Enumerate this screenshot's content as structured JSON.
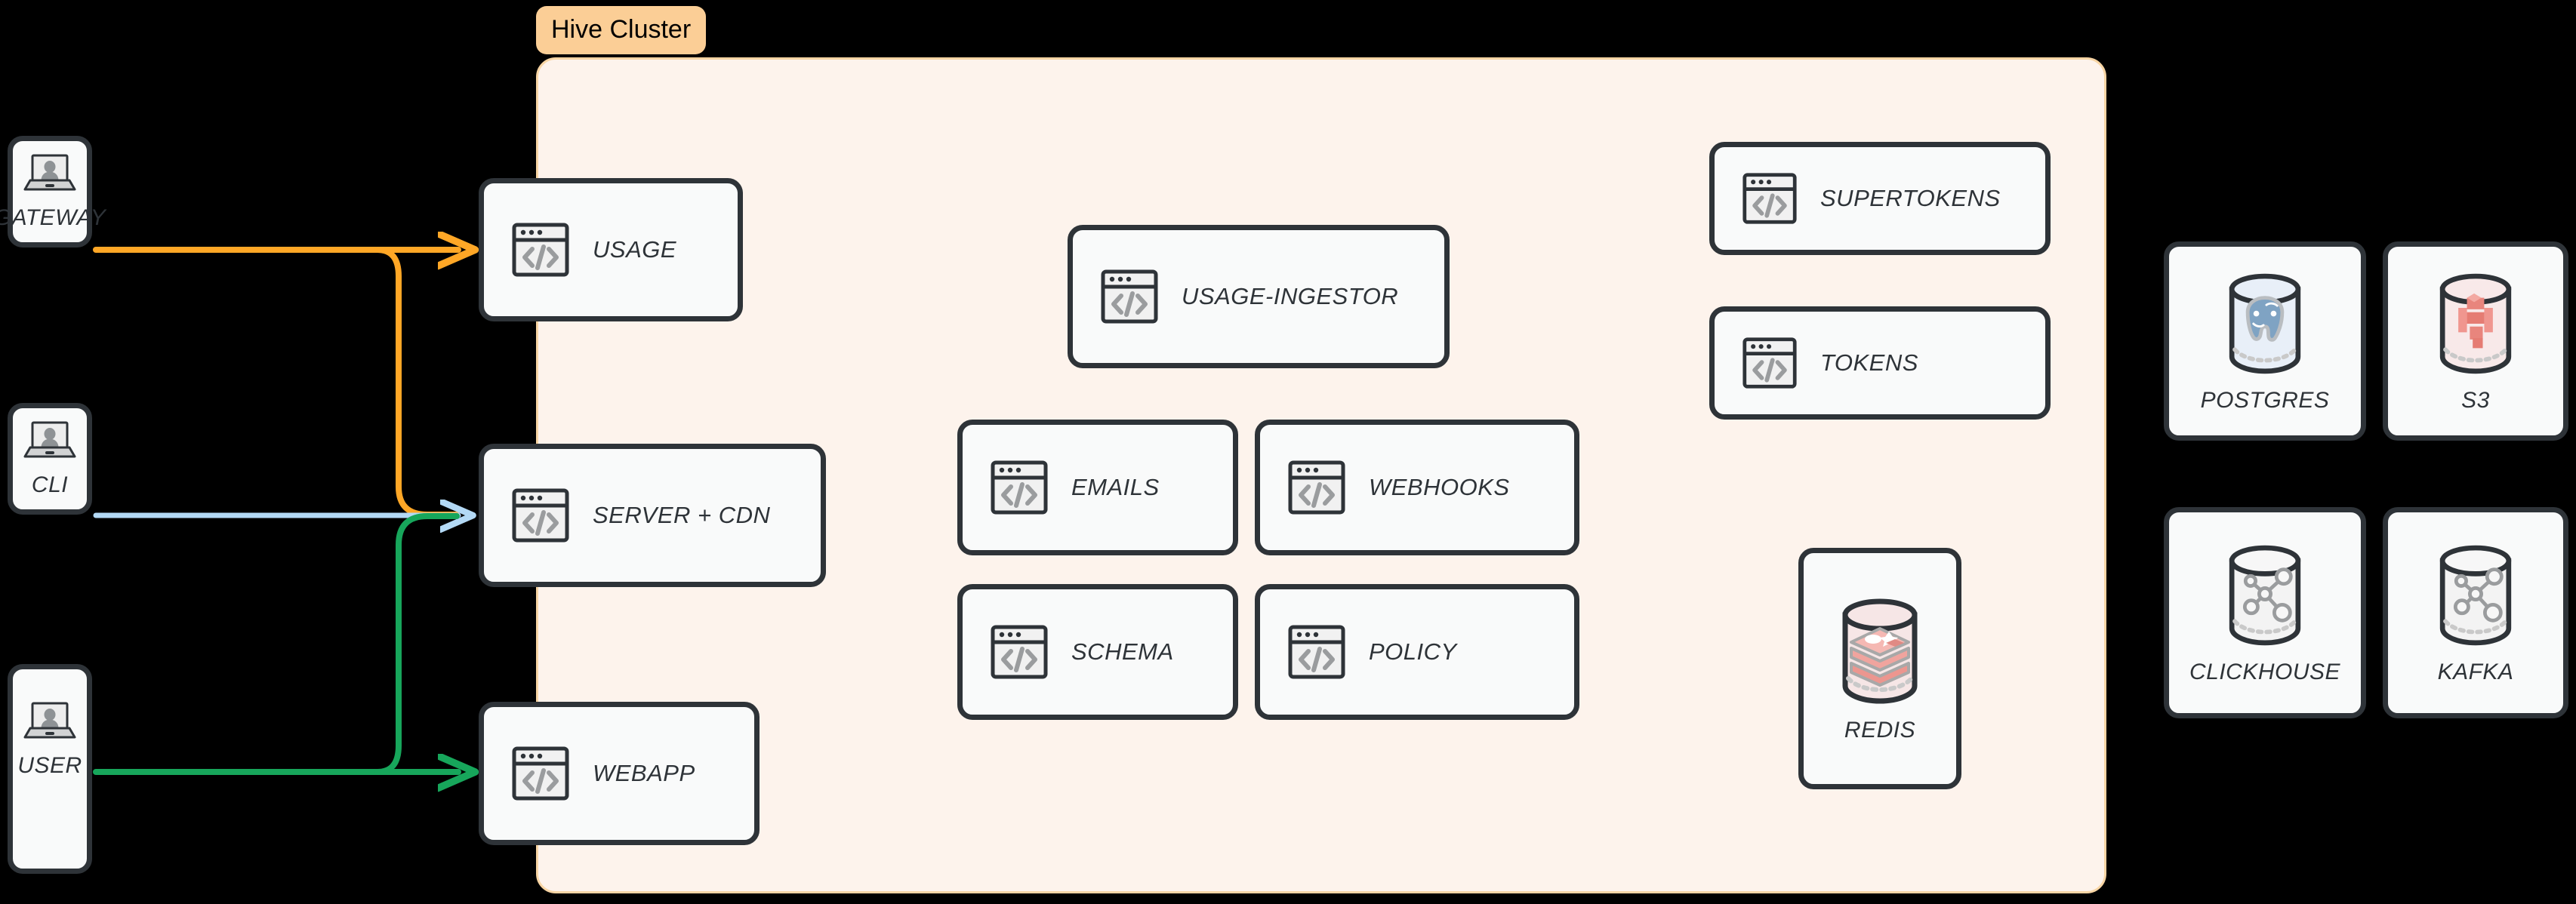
{
  "diagram": {
    "background_color": "#000000",
    "cluster": {
      "label": "Hive Cluster",
      "fill": "#FDF3EC",
      "border": "#F8D5A4",
      "pill_fill": "#FBCE96"
    },
    "clients": [
      {
        "id": "gateway",
        "label": "GATEWAY",
        "icon": "laptop-user-icon"
      },
      {
        "id": "cli",
        "label": "CLI",
        "icon": "laptop-user-icon"
      },
      {
        "id": "user",
        "label": "USER",
        "icon": "laptop-user-icon"
      }
    ],
    "edge_services": [
      {
        "id": "usage",
        "label": "USAGE",
        "icon": "code-window-icon"
      },
      {
        "id": "server-cdn",
        "label": "SERVER + CDN",
        "icon": "code-window-icon"
      },
      {
        "id": "webapp",
        "label": "WEBAPP",
        "icon": "code-window-icon"
      }
    ],
    "core_services": [
      {
        "id": "usage-ingestor",
        "label": "USAGE-INGESTOR",
        "icon": "code-window-icon"
      },
      {
        "id": "emails",
        "label": "EMAILS",
        "icon": "code-window-icon"
      },
      {
        "id": "webhooks",
        "label": "WEBHOOKS",
        "icon": "code-window-icon"
      },
      {
        "id": "schema",
        "label": "SCHEMA",
        "icon": "code-window-icon"
      },
      {
        "id": "policy",
        "label": "POLICY",
        "icon": "code-window-icon"
      }
    ],
    "auth_services": [
      {
        "id": "supertokens",
        "label": "SUPERTOKENS",
        "icon": "code-window-icon"
      },
      {
        "id": "tokens",
        "label": "TOKENS",
        "icon": "code-window-icon"
      }
    ],
    "cluster_stores": [
      {
        "id": "redis",
        "label": "REDIS",
        "icon": "redis-cylinder-icon"
      }
    ],
    "external_stores": [
      {
        "id": "postgres",
        "label": "POSTGRES",
        "icon": "postgres-cylinder-icon"
      },
      {
        "id": "s3",
        "label": "S3",
        "icon": "s3-cylinder-icon"
      },
      {
        "id": "clickhouse",
        "label": "CLICKHOUSE",
        "icon": "graph-cylinder-icon"
      },
      {
        "id": "kafka",
        "label": "KAFKA",
        "icon": "graph-cylinder-icon"
      }
    ],
    "connections": [
      {
        "id": "gateway-to-usage",
        "from": "gateway",
        "to": "usage",
        "color": "#FFA726",
        "name": "gateway-flow"
      },
      {
        "id": "gateway-to-server-cdn",
        "from": "gateway",
        "to": "server-cdn",
        "color": "#FFA726",
        "name": "gateway-flow"
      },
      {
        "id": "cli-to-server-cdn",
        "from": "cli",
        "to": "server-cdn",
        "color": "#B3D9F5",
        "name": "cli-flow"
      },
      {
        "id": "user-to-server-cdn",
        "from": "user",
        "to": "server-cdn",
        "color": "#17A65B",
        "name": "user-flow"
      },
      {
        "id": "user-to-webapp",
        "from": "user",
        "to": "webapp",
        "color": "#17A65B",
        "name": "user-flow"
      }
    ]
  }
}
